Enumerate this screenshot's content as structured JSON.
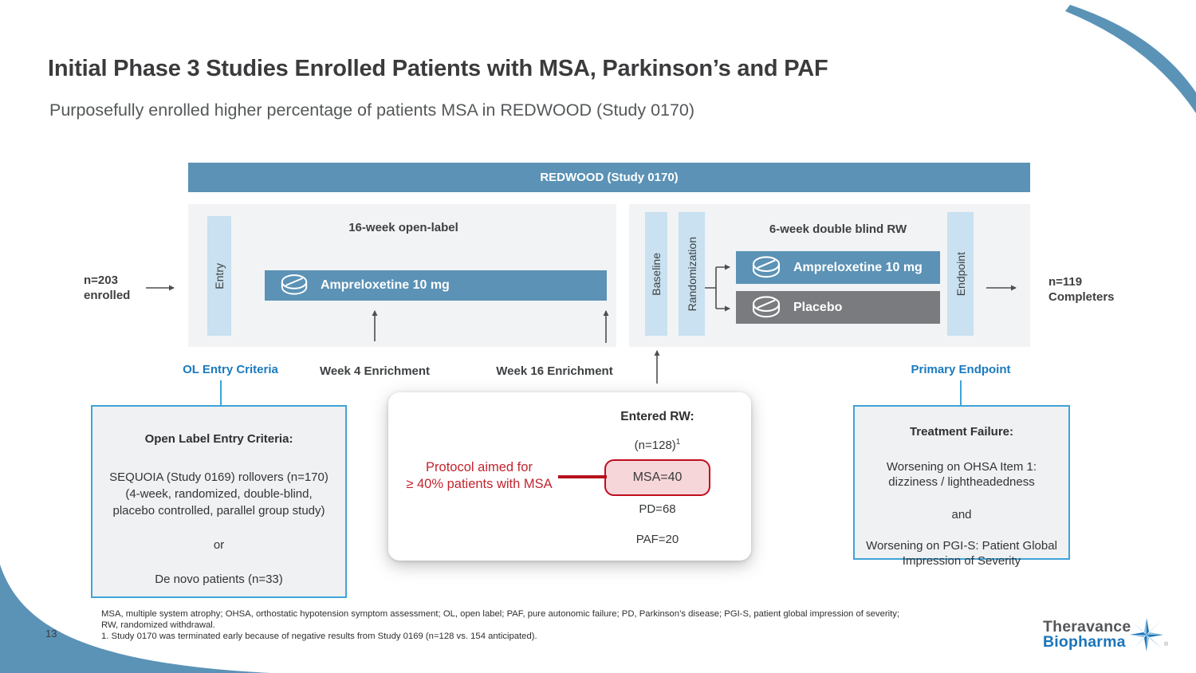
{
  "slide": {
    "title": "Initial Phase 3 Studies Enrolled Patients with MSA, Parkinson’s and PAF",
    "subtitle": "Purposefully enrolled higher percentage of patients MSA in REDWOOD (Study 0170)",
    "page_number": "13"
  },
  "diagram": {
    "header": "REDWOOD (Study 0170)",
    "left_panel": {
      "phase_label": "16-week open-label",
      "entry_label": "Entry",
      "drug_bar": "Ampreloxetine 10 mg"
    },
    "right_panel": {
      "phase_label": "6-week double blind RW",
      "baseline_label": "Baseline",
      "randomization_label": "Randomization",
      "endpoint_label": "Endpoint",
      "drug_bar": "Ampreloxetine 10 mg",
      "placebo_bar": "Placebo"
    },
    "enrolled_line1": "n=203",
    "enrolled_line2": "enrolled",
    "completers_line1": "n=119",
    "completers_line2": "Completers",
    "flow_labels": {
      "ol_entry_criteria": "OL Entry Criteria",
      "week4": "Week 4 Enrichment",
      "week16": "Week 16 Enrichment",
      "primary_endpoint": "Primary Endpoint"
    }
  },
  "boxes": {
    "open_label": {
      "title": "Open Label Entry Criteria:",
      "line1": "SEQUOIA (Study 0169) rollovers (n=170)",
      "line2": "(4-week, randomized, double-blind,",
      "line3": "placebo controlled, parallel group study)",
      "or": "or",
      "line4": "De novo patients (n=33)"
    },
    "entered_rw": {
      "title": "Entered RW:",
      "n": "(n=128)",
      "n_sup": "1",
      "msa": "MSA=40",
      "pd": "PD=68",
      "paf": "PAF=20",
      "protocol_line1": "Protocol aimed for",
      "protocol_line2": "≥ 40% patients with MSA"
    },
    "treatment_failure": {
      "title": "Treatment Failure:",
      "line1": "Worsening on OHSA Item 1:",
      "line2": "dizziness / lightheadedness",
      "and": "and",
      "line3": "Worsening on PGI-S: Patient Global",
      "line4": "Impression of Severity"
    }
  },
  "footnotes": {
    "line1": "MSA, multiple system atrophy; OHSA, orthostatic hypotension symptom assessment; OL, open label; PAF, pure autonomic failure; PD, Parkinson’s disease; PGI-S, patient global impression of severity;",
    "line2": "RW, randomized withdrawal.",
    "line3": "1. Study 0170 was terminated early because of negative results from Study 0169 (n=128 vs. 154 anticipated)."
  },
  "logo": {
    "name_line1": "Theravance",
    "name_line2": "Biopharma",
    "reg_mark": "®"
  },
  "colors": {
    "accent_blue": "#5b92b5",
    "light_blue_column": "#c9e1f0",
    "placebo_gray": "#797b7e",
    "link_blue": "#1a7abf",
    "alert_red": "#c3242e",
    "msa_fill": "#f7d6da",
    "msa_border": "#c00d1e",
    "box_border_blue": "#3fa3d8",
    "panel_gray": "#f2f3f5"
  }
}
